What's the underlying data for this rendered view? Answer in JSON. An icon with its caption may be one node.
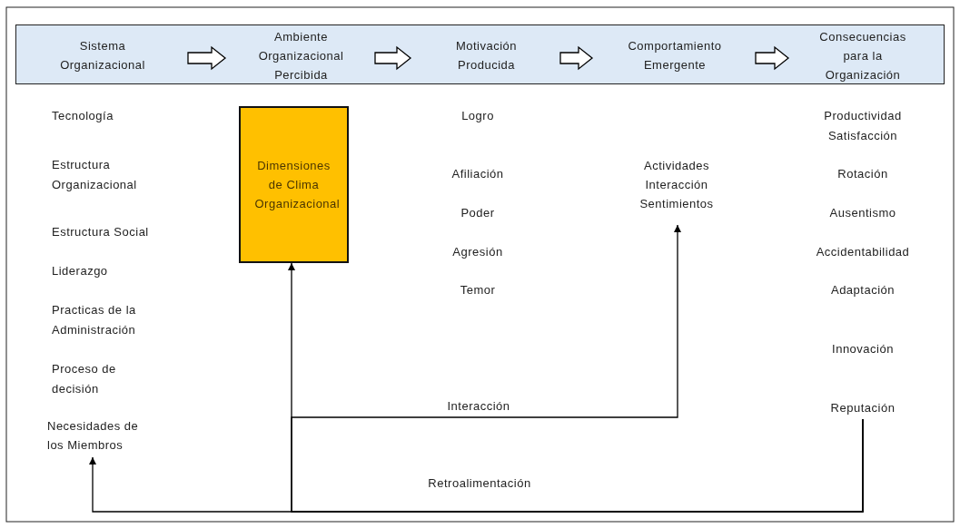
{
  "diagram": {
    "nodes": [
      {
        "text": [],
        "shape": "bar"
      },
      {
        "text": [
          "Sistema Organizacional"
        ],
        "in": 0
      },
      {
        "text": [
          "Ambiente Organizacional Percibida"
        ],
        "in": 0
      },
      {
        "text": [
          "Motivación Producida"
        ],
        "in": 0
      },
      {
        "text": [
          "Comportamiento Emergente"
        ],
        "in": 0
      },
      {
        "text": [
          "Consecuencias para la Organización"
        ],
        "in": 0
      },
      {
        "text": [
          "Dimensiones de Clima Organizacional"
        ]
      },
      {
        "text": [
          "Actividades",
          "Interacción",
          "Sentimientos"
        ]
      },
      {
        "text": [
          "Necesidades de los Miembros"
        ]
      },
      {
        "text": [
          "Reputación"
        ]
      }
    ],
    "edges": [
      {
        "from": 1,
        "to": 2,
        "arrow": "to"
      },
      {
        "from": 2,
        "to": 3,
        "arrow": "to"
      },
      {
        "from": 3,
        "to": 4,
        "arrow": "to"
      },
      {
        "from": 4,
        "to": 5,
        "arrow": "to"
      },
      {
        "from": 9,
        "to": 8,
        "arrow": "to",
        "label": "Retroalimentación"
      },
      {
        "from": 9,
        "to": 6,
        "arrow": "to"
      },
      {
        "from": 9,
        "to": 7,
        "arrow": "to",
        "label": "Interacción"
      }
    ],
    "labels": [
      "Tecnología",
      "Estructura Organizacional",
      "Estructura Social",
      "Liderazgo",
      "Practicas de la Administración",
      "Proceso de decisión",
      "Logro",
      "Afiliación",
      "Poder",
      "Agresión",
      "Temor",
      "Productividad",
      "Satisfacción",
      "Rotación",
      "Ausentismo",
      "Accidentabilidad",
      "Adaptación",
      "Innovación"
    ]
  }
}
